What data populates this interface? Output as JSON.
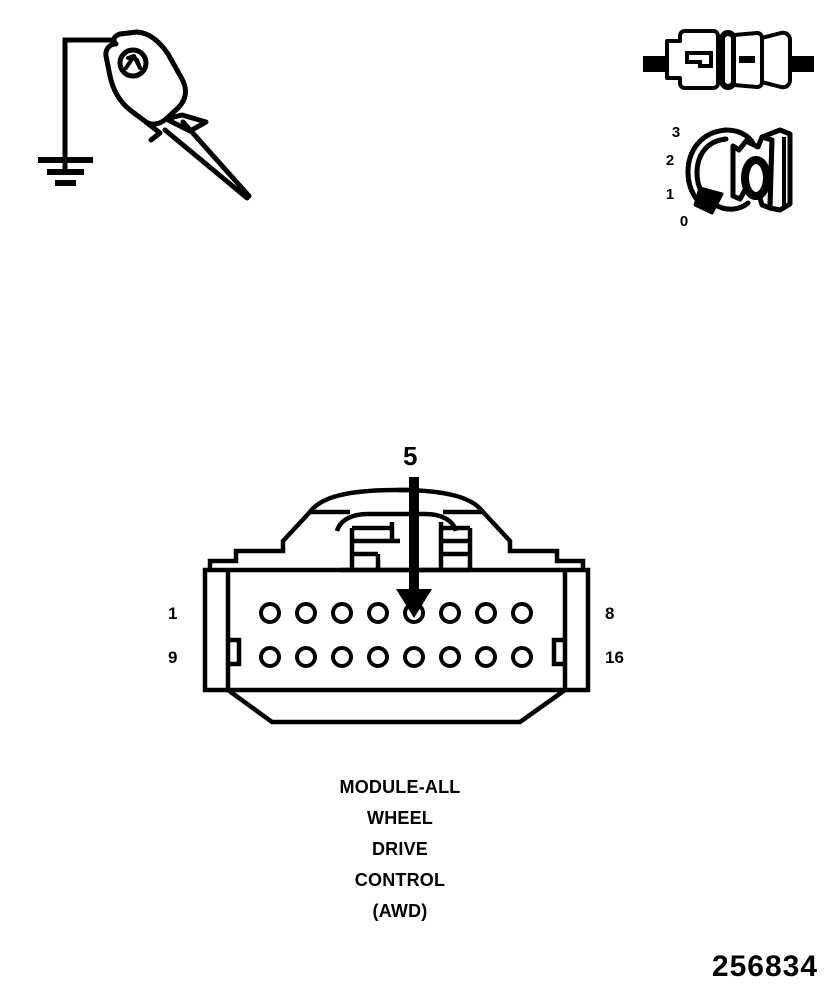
{
  "figure": {
    "number": "256834",
    "caption_lines": [
      "MODULE-ALL",
      "WHEEL",
      "DRIVE",
      "CONTROL",
      "(AWD)"
    ],
    "ink_color": "#000000",
    "background_color": "#ffffff"
  },
  "symbols": {
    "ground_probe": {
      "name": "ground-probe-symbol",
      "description": "test probe connected to chassis ground"
    },
    "connector_pair": {
      "name": "connector-pair-symbol",
      "description": "two-piece inline electrical connector, male and female halves"
    },
    "rotary_switch": {
      "name": "rotary-switch-symbol",
      "description": "rotary selector switch knob marked 0",
      "knob_marking": "0",
      "positions": [
        "3",
        "2",
        "1",
        "0"
      ]
    }
  },
  "connector": {
    "name": "awd-module-connector",
    "total_pins": 16,
    "rows": 2,
    "pins_per_row": 8,
    "row_labels": {
      "top_left": "1",
      "top_right": "8",
      "bottom_left": "9",
      "bottom_right": "16"
    },
    "callout": {
      "label": "5",
      "target_pin": 5,
      "target_row": "top"
    }
  }
}
